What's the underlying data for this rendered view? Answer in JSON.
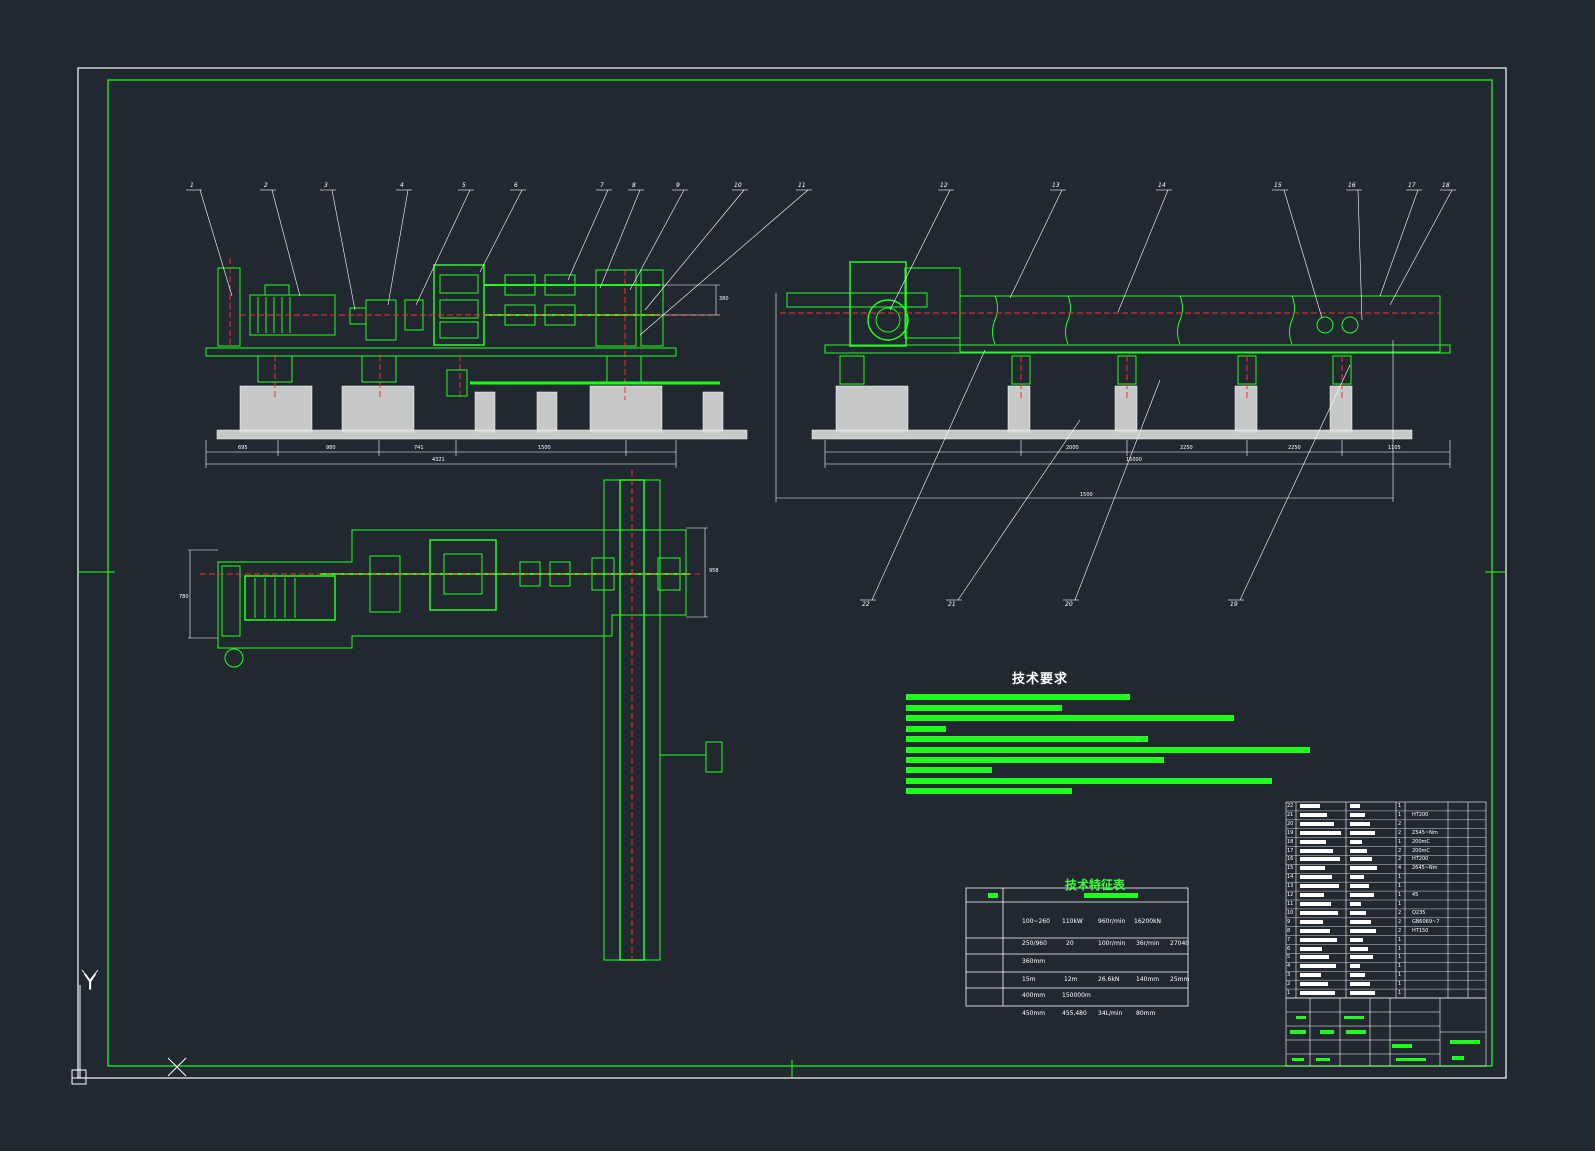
{
  "drawing": {
    "tech_requirements_title": "技术要求",
    "tech_table_title": "技术特征表",
    "axis_y_label": "Y",
    "colors": {
      "background": "#212830",
      "frame": "#ffffff",
      "green": "#1eff1e",
      "red": "#ff2a2a",
      "line": "#ffffff"
    }
  },
  "callouts_top_left": [
    "1",
    "2",
    "3",
    "4",
    "5",
    "6",
    "7",
    "8",
    "9",
    "10",
    "11"
  ],
  "callouts_top_right": [
    "12",
    "13",
    "14",
    "15",
    "16",
    "17",
    "18"
  ],
  "callouts_bottom_right": [
    "22",
    "21",
    "20",
    "19"
  ],
  "dims_left": [
    "695",
    "980",
    "741",
    "1500",
    "4321"
  ],
  "dims_right": [
    "2000",
    "2250",
    "2250",
    "1105",
    "15000",
    "1500"
  ],
  "dims_misc": [
    "380",
    "780",
    "958"
  ],
  "tech_table": {
    "rows": [
      [
        "100~260",
        "110kW",
        "960r/min",
        "16200kN"
      ],
      [
        "250/960",
        "20",
        "100r/min",
        "36r/min",
        "27040"
      ],
      [
        "360mm"
      ],
      [
        "15m",
        "12m",
        "26.6kN",
        "140mm",
        "25mm"
      ],
      [
        "400mm",
        "150000m"
      ],
      [
        "450mm",
        "455,480",
        "34L/min",
        "80mm"
      ]
    ]
  },
  "parts_list": {
    "rows": [
      [
        "22",
        "",
        "1",
        ""
      ],
      [
        "21",
        "",
        "1",
        "HT200"
      ],
      [
        "20",
        "",
        "2",
        ""
      ],
      [
        "19",
        "",
        "2",
        "Z545~Nm"
      ],
      [
        "18",
        "",
        "1",
        "200mC"
      ],
      [
        "17",
        "",
        "2",
        "200mC"
      ],
      [
        "16",
        "",
        "2",
        "HT200"
      ],
      [
        "15",
        "",
        "4",
        "2645~Nm"
      ],
      [
        "14",
        "",
        "1",
        ""
      ],
      [
        "13",
        "",
        "1",
        ""
      ],
      [
        "12",
        "",
        "1",
        "45"
      ],
      [
        "11",
        "",
        "1",
        ""
      ],
      [
        "10",
        "",
        "2",
        "Q235"
      ],
      [
        "9",
        "",
        "2",
        "GB6069~7"
      ],
      [
        "8",
        "",
        "2",
        "HT150"
      ],
      [
        "7",
        "",
        "1",
        ""
      ],
      [
        "6",
        "",
        "1",
        ""
      ],
      [
        "5",
        "",
        "1",
        ""
      ],
      [
        "4",
        "",
        "1",
        ""
      ],
      [
        "3",
        "",
        "1",
        ""
      ],
      [
        "2",
        "",
        "1",
        ""
      ],
      [
        "1",
        "",
        "1",
        ""
      ]
    ]
  }
}
